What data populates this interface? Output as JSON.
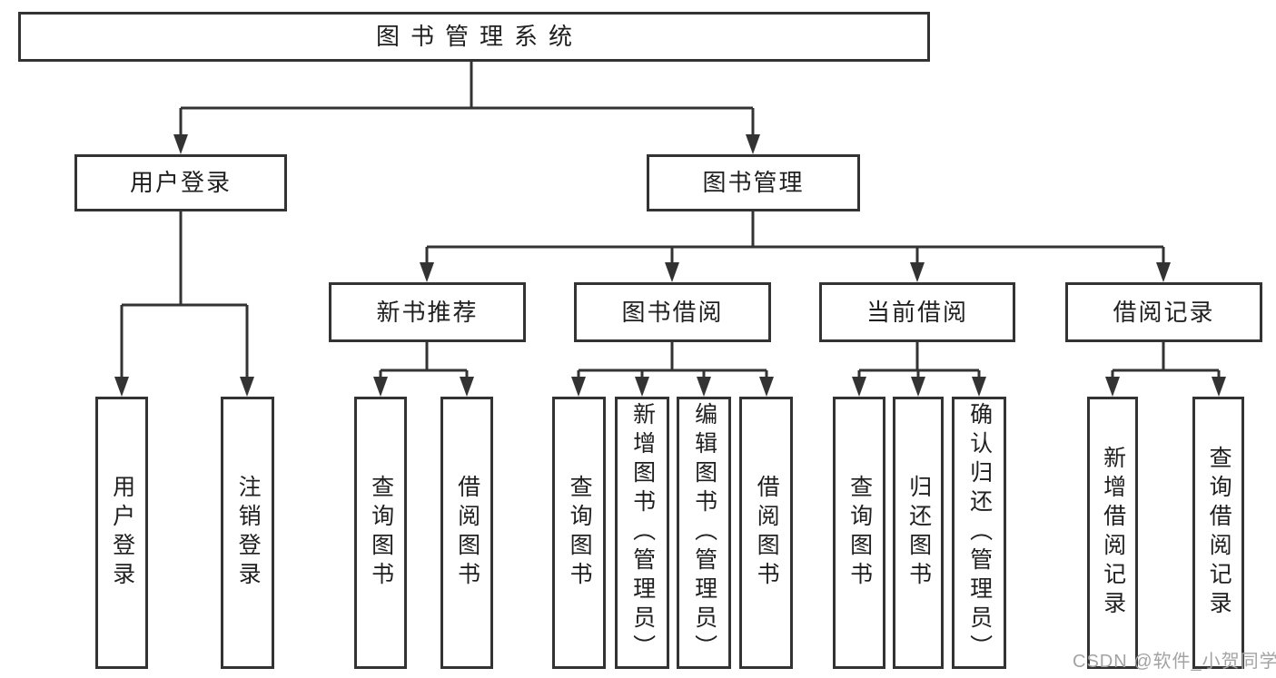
{
  "diagram": {
    "title": "图书管理系统",
    "nodes": {
      "root": "图书管理系统",
      "user_login": "用户登录",
      "book_mgmt": "图书管理",
      "new_book_rec": "新书推荐",
      "book_borrow": "图书借阅",
      "current_borrow": "当前借阅",
      "borrow_records": "借阅记录",
      "ul_user_login": "用户登录",
      "ul_logout": "注销登录",
      "nbr_query_book": "查询图书",
      "nbr_borrow_book": "借阅图书",
      "bb_query_book": "查询图书",
      "bb_add_book": "新增图书（管理员）",
      "bb_edit_book": "编辑图书（管理员）",
      "bb_borrow_book": "借阅图书",
      "cb_query_book": "查询图书",
      "cb_return_book": "归还图书",
      "cb_confirm_return": "确认归还（管理员）",
      "br_add_record": "新增借阅记录",
      "br_query_record": "查询借阅记录"
    },
    "hierarchy": {
      "root": [
        "user_login",
        "book_mgmt"
      ],
      "user_login": [
        "ul_user_login",
        "ul_logout"
      ],
      "book_mgmt": [
        "new_book_rec",
        "book_borrow",
        "current_borrow",
        "borrow_records"
      ],
      "new_book_rec": [
        "nbr_query_book",
        "nbr_borrow_book"
      ],
      "book_borrow": [
        "bb_query_book",
        "bb_add_book",
        "bb_edit_book",
        "bb_borrow_book"
      ],
      "current_borrow": [
        "cb_query_book",
        "cb_return_book",
        "cb_confirm_return"
      ],
      "borrow_records": [
        "br_add_record",
        "br_query_record"
      ]
    }
  },
  "watermark": {
    "text": "CSDN @软件_小贺同学"
  },
  "colors": {
    "line": "#333333",
    "box_border": "#333333",
    "text": "#1f1f1f",
    "background": "#ffffff",
    "watermark": "#a3a3a3"
  }
}
